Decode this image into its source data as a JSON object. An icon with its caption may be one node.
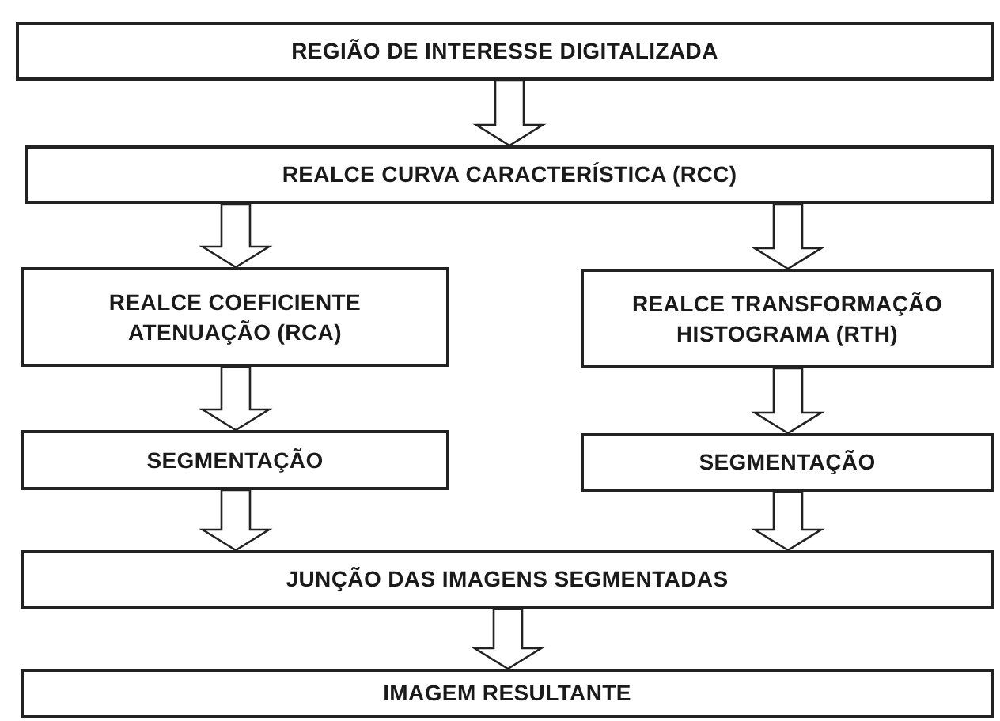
{
  "diagram": {
    "nodes": [
      {
        "text": [
          "REGIÃO DE INTERESSE DIGITALIZADA"
        ]
      },
      {
        "text": [
          "REALCE CURVA CARACTERÍSTICA (RCC)"
        ]
      },
      {
        "text": [
          "REALCE COEFICIENTE ATENUAÇÃO (RCA)"
        ]
      },
      {
        "text": [
          "REALCE TRANSFORMAÇÃO HISTOGRAMA (RTH)"
        ]
      },
      {
        "text": [
          "SEGMENTAÇÃO"
        ]
      },
      {
        "text": [
          "SEGMENTAÇÃO"
        ]
      },
      {
        "text": [
          "JUNÇÃO DAS IMAGENS SEGMENTADAS"
        ]
      },
      {
        "text": [
          "IMAGEM RESULTANTE"
        ]
      }
    ],
    "edges": [
      {
        "from": 0,
        "to": 1,
        "arrow": "to"
      },
      {
        "from": 1,
        "to": 2,
        "arrow": "to"
      },
      {
        "from": 1,
        "to": 3,
        "arrow": "to"
      },
      {
        "from": 2,
        "to": 4,
        "arrow": "to"
      },
      {
        "from": 3,
        "to": 5,
        "arrow": "to"
      },
      {
        "from": 4,
        "to": 6,
        "arrow": "to"
      },
      {
        "from": 5,
        "to": 6,
        "arrow": "to"
      },
      {
        "from": 6,
        "to": 7,
        "arrow": "to"
      }
    ]
  }
}
